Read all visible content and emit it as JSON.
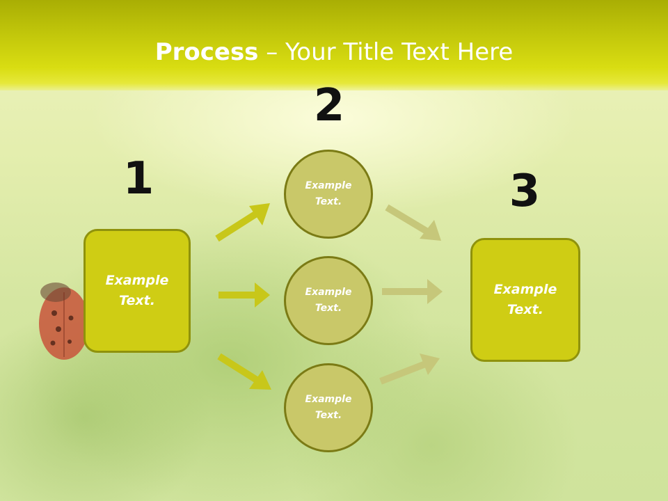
{
  "slide": {
    "title_bold": "Process",
    "title_rest": " – Your Title Text Here"
  },
  "steps": [
    {
      "number": "1",
      "label": "Example Text."
    },
    {
      "number": "2",
      "items": [
        "Example Text.",
        "Example Text.",
        "Example Text."
      ]
    },
    {
      "number": "3",
      "label": "Example Text."
    }
  ],
  "colors": {
    "header": "#c3c80b",
    "box_fill": "#cfcd14",
    "circle_fill": "#c9c869",
    "arrow_in": "#c8c71a",
    "arrow_out": "#c6c77a"
  }
}
